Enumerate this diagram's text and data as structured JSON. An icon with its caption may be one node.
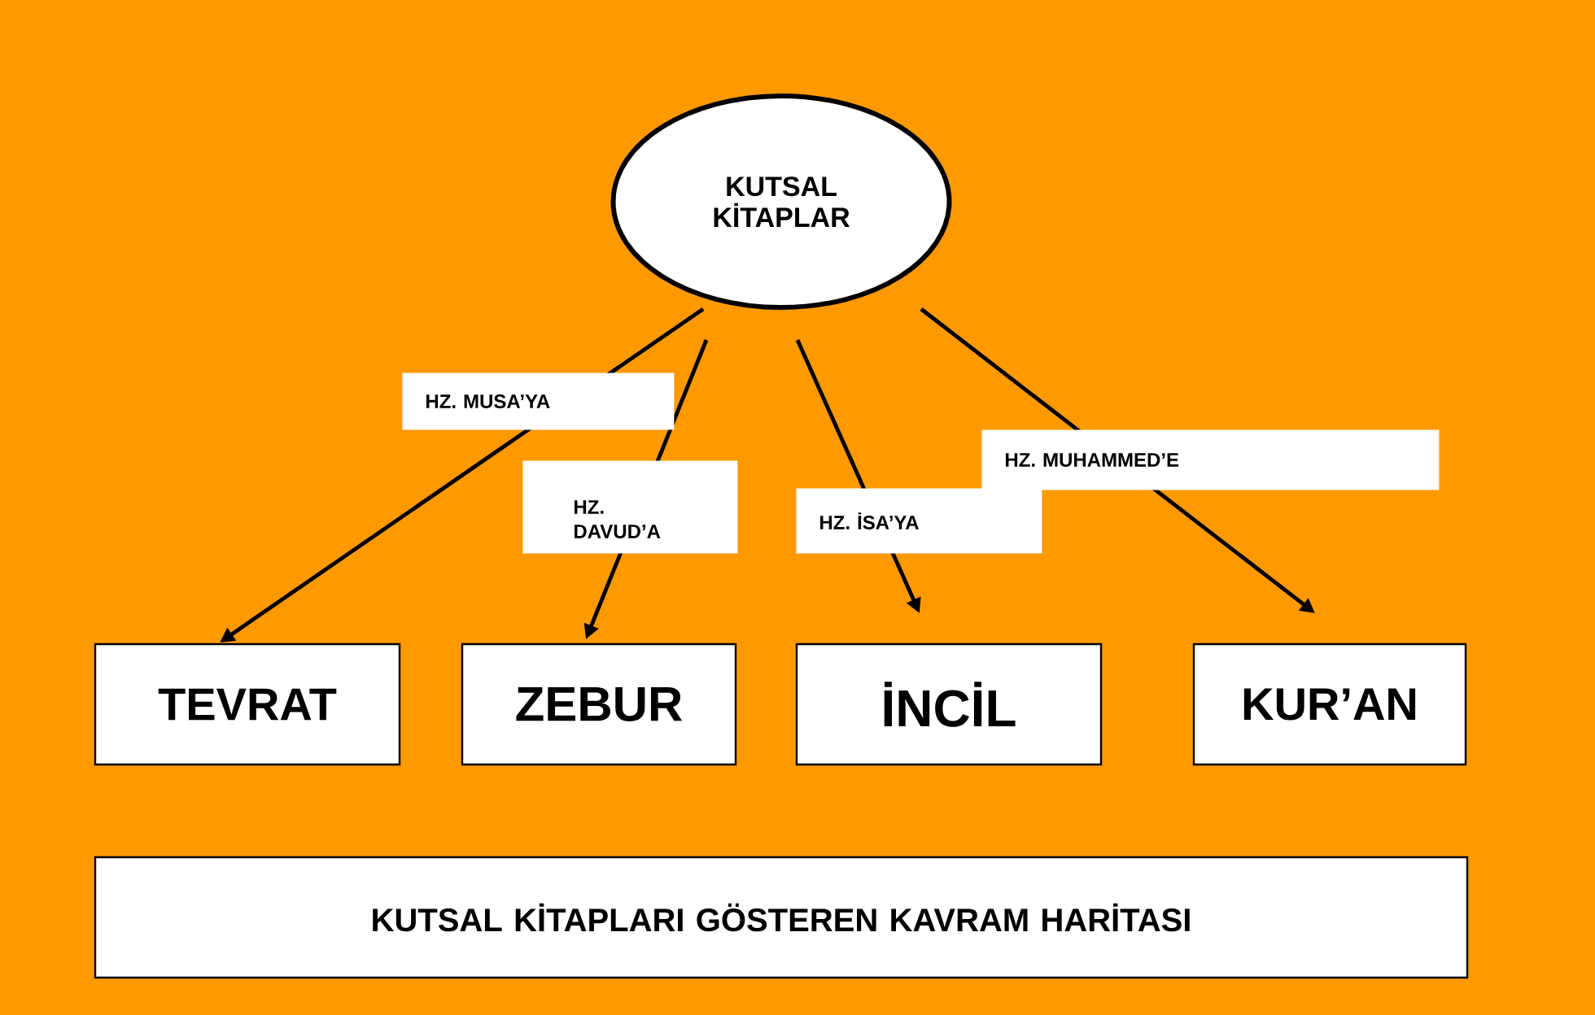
{
  "diagram": {
    "nodes": [
      {
        "text": [
          "KUTSAL KİTAPLAR"
        ]
      },
      {
        "text": [
          "TEVRAT"
        ]
      },
      {
        "text": [
          "ZEBUR"
        ]
      },
      {
        "text": [
          "İNCİL"
        ]
      },
      {
        "text": [
          "KUR’AN"
        ]
      },
      {
        "text": [
          "KUTSAL KİTAPLARI GÖSTEREN KAVRAM HARİTASI"
        ]
      }
    ],
    "edges": [
      {
        "from": 0,
        "to": 1,
        "arrow": "to",
        "label": "HZ. MUSA’YA"
      },
      {
        "from": 0,
        "to": 2,
        "arrow": "to",
        "label": "HZ. DAVUD’A"
      },
      {
        "from": 0,
        "to": 3,
        "arrow": "to",
        "label": "HZ. İSA’YA"
      },
      {
        "from": 0,
        "to": 4,
        "arrow": "to",
        "label": "HZ. MUHAMMED’E"
      }
    ]
  }
}
